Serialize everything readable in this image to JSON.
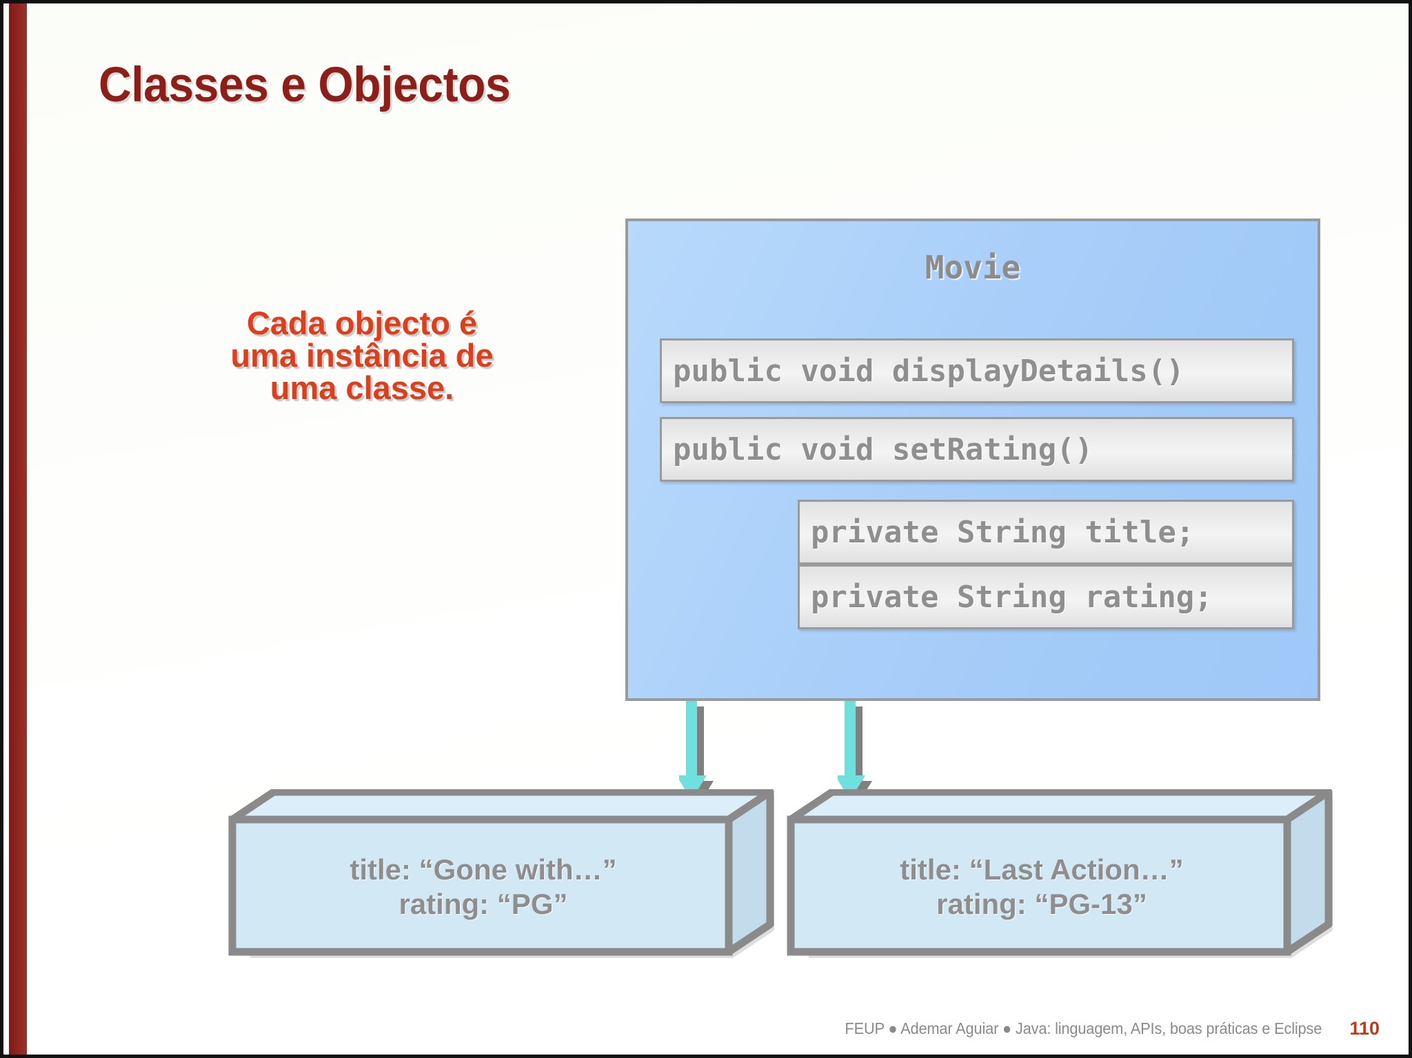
{
  "slide": {
    "title": "Classes e Objectos",
    "page_number": "110",
    "footer": "FEUP ● Ademar Aguiar ● Java: linguagem, APIs, boas práticas e Eclipse",
    "accent_color": "#8d1f1a",
    "caption_color": "#d9411e",
    "page_number_color": "#c0391b"
  },
  "caption": {
    "line1": "Cada objecto é",
    "line2": "uma instância de",
    "line3": "uma classe."
  },
  "class_box": {
    "name": "Movie",
    "fill_color": "#a9cff9",
    "border_color": "#9a9a9a",
    "methods": [
      {
        "code": "public void displayDetails()"
      },
      {
        "code": "public void setRating()"
      }
    ],
    "fields": [
      {
        "code": "private String title;"
      },
      {
        "code": "private String rating;"
      }
    ]
  },
  "arrows": {
    "color": "#6fe0de",
    "shadow_color": "#808080",
    "count": 2
  },
  "objects": [
    {
      "title_line": "title: “Gone with…”",
      "rating_line": "rating: “PG”",
      "face_color": "#d3e8f5",
      "edge_color": "#8a8a8a"
    },
    {
      "title_line": "title: “Last Action…”",
      "rating_line": "rating: “PG-13”",
      "face_color": "#d3e8f5",
      "edge_color": "#8a8a8a"
    }
  ]
}
